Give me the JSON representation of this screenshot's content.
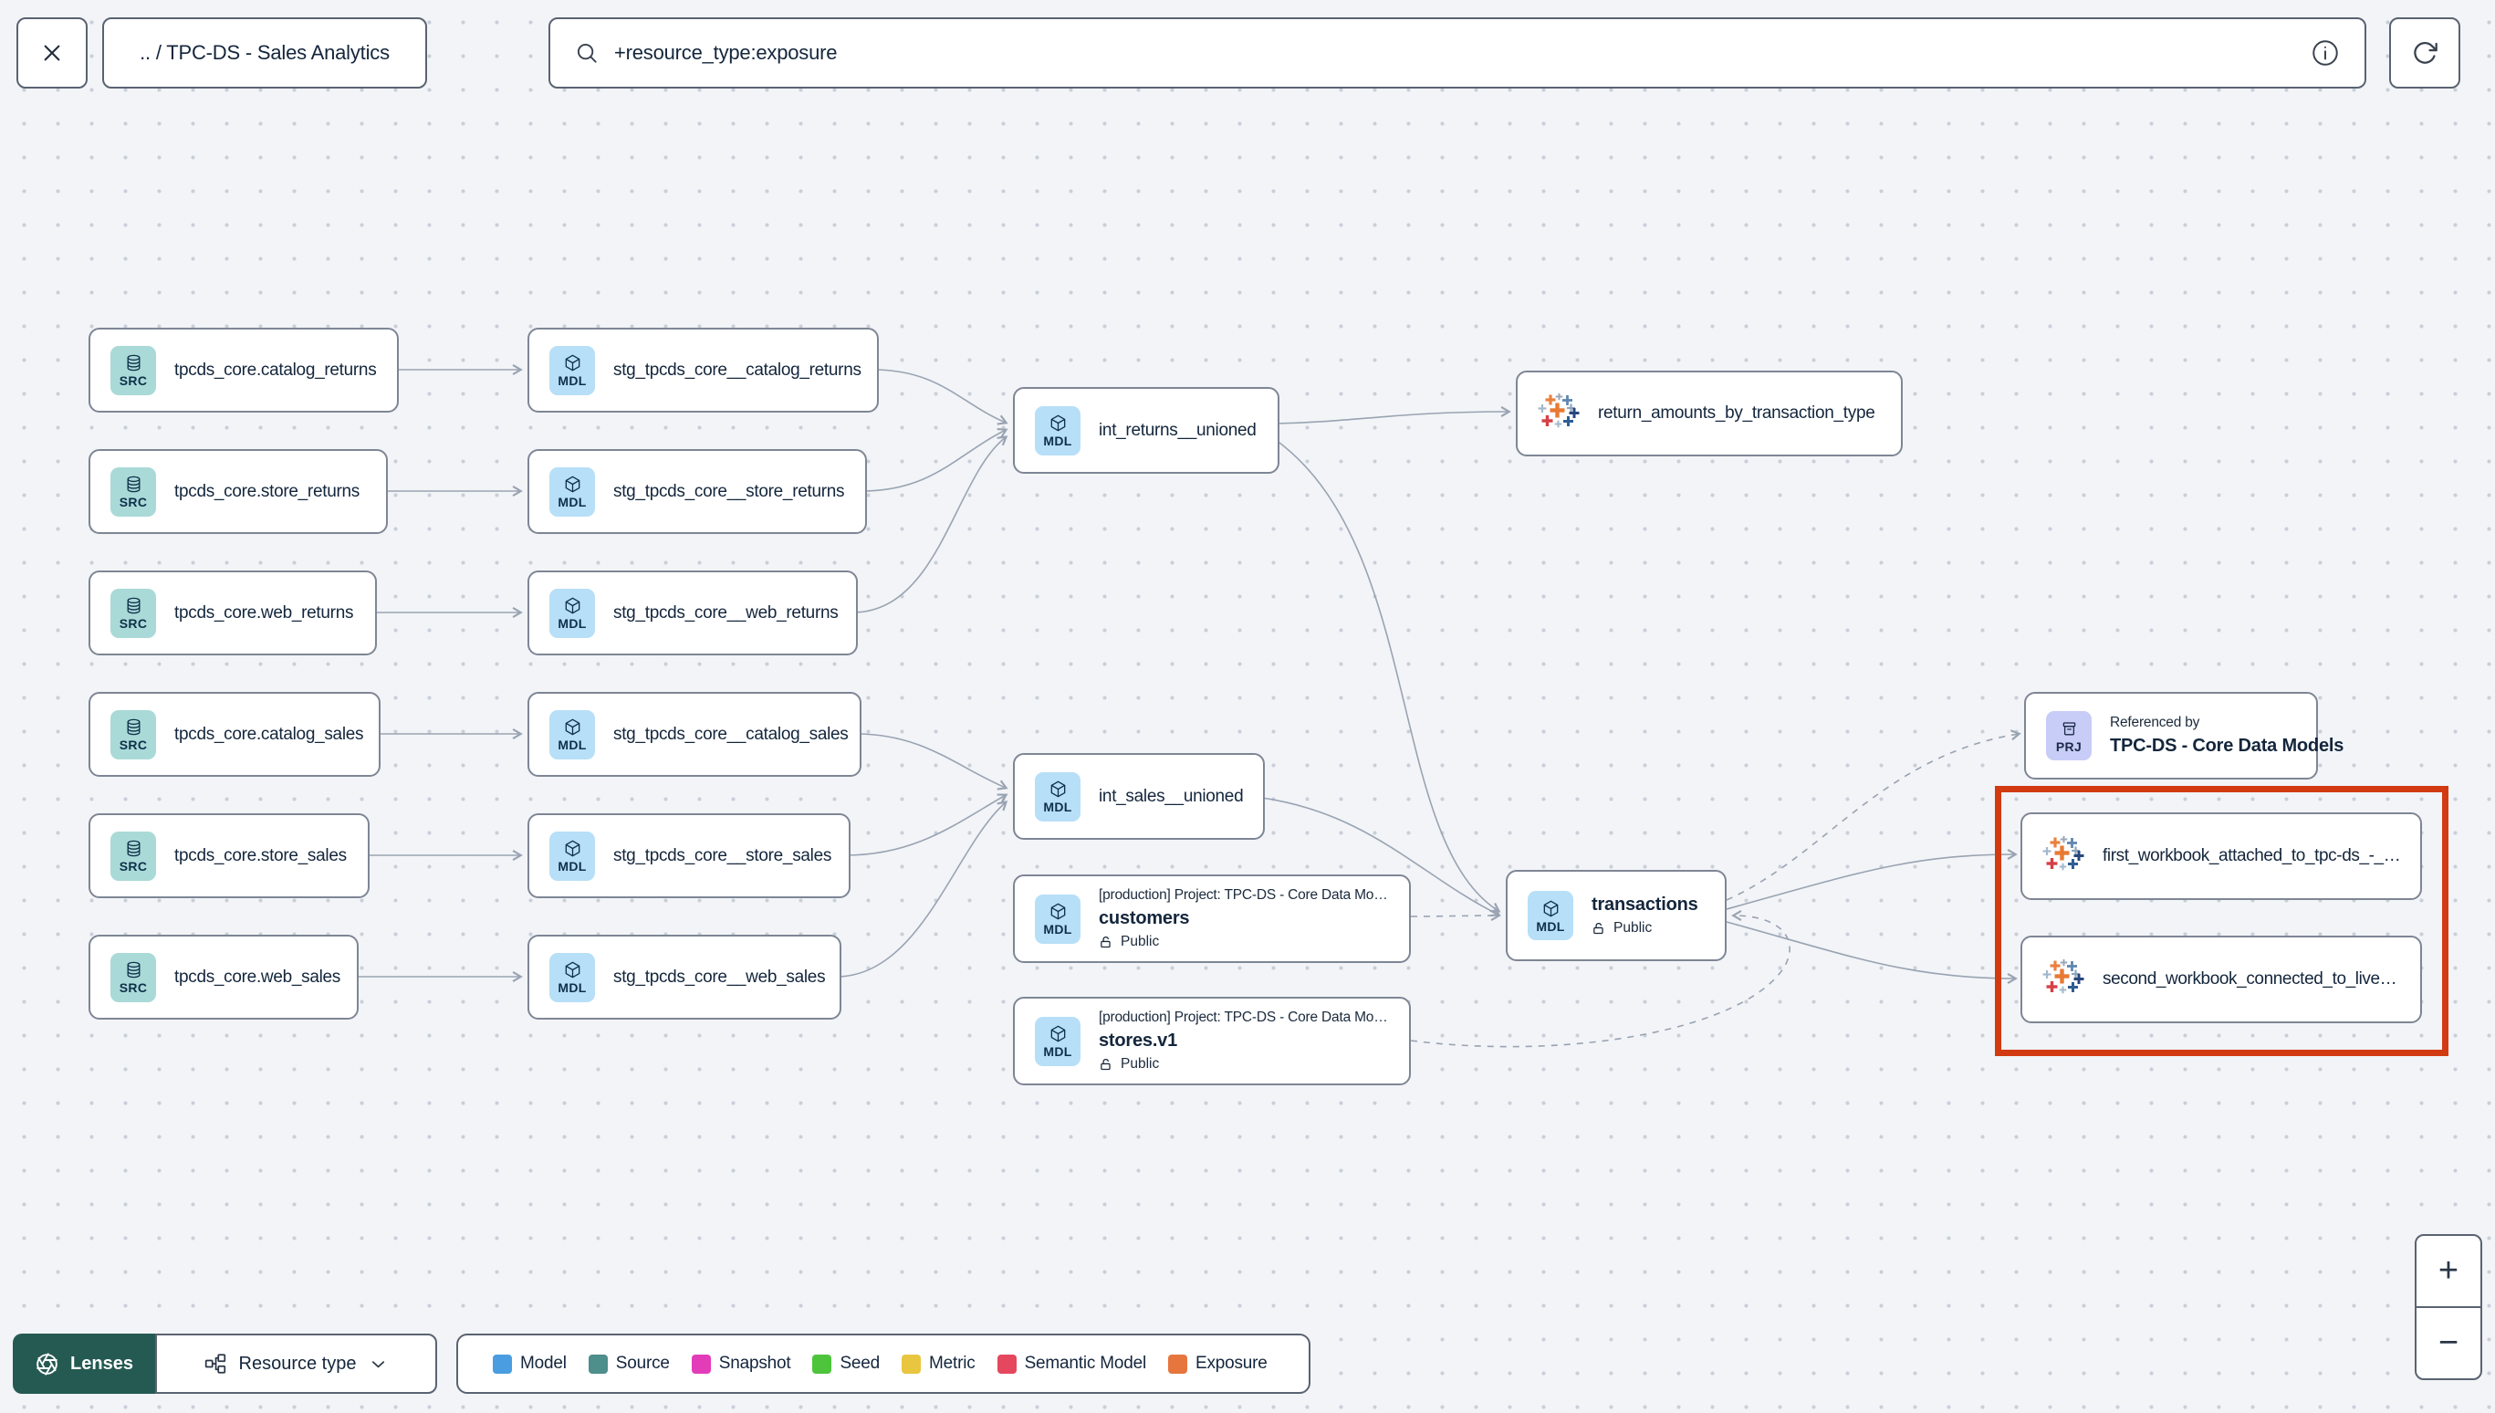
{
  "topbar": {
    "breadcrumb": ".. / TPC-DS - Sales Analytics",
    "search_value": "+resource_type:exposure"
  },
  "badges": {
    "source": "SRC",
    "model": "MDL",
    "project": "PRJ"
  },
  "nodes": {
    "src_catalog_returns": {
      "label": "tpcds_core.catalog_returns"
    },
    "src_store_returns": {
      "label": "tpcds_core.store_returns"
    },
    "src_web_returns": {
      "label": "tpcds_core.web_returns"
    },
    "src_catalog_sales": {
      "label": "tpcds_core.catalog_sales"
    },
    "src_store_sales": {
      "label": "tpcds_core.store_sales"
    },
    "src_web_sales": {
      "label": "tpcds_core.web_sales"
    },
    "stg_catalog_returns": {
      "label": "stg_tpcds_core__catalog_returns"
    },
    "stg_store_returns": {
      "label": "stg_tpcds_core__store_returns"
    },
    "stg_web_returns": {
      "label": "stg_tpcds_core__web_returns"
    },
    "stg_catalog_sales": {
      "label": "stg_tpcds_core__catalog_sales"
    },
    "stg_store_sales": {
      "label": "stg_tpcds_core__store_sales"
    },
    "stg_web_sales": {
      "label": "stg_tpcds_core__web_sales"
    },
    "int_returns_unioned": {
      "label": "int_returns__unioned"
    },
    "int_sales_unioned": {
      "label": "int_sales__unioned"
    },
    "exposure_return_amounts": {
      "label": "return_amounts_by_transaction_type"
    },
    "customers": {
      "project": "[production] Project: TPC-DS - Core Data Mo…",
      "label": "customers",
      "access": "Public"
    },
    "stores": {
      "project": "[production] Project: TPC-DS - Core Data Mo…",
      "label": "stores.v1",
      "access": "Public"
    },
    "transactions": {
      "label": "transactions",
      "access": "Public"
    },
    "referenced_by": {
      "title": "Referenced by",
      "label": "TPC-DS - Core Data Models"
    },
    "workbook_first": {
      "label": "first_workbook_attached_to_tpc-ds_-_…"
    },
    "workbook_second": {
      "label": "second_workbook_connected_to_live…"
    }
  },
  "footer": {
    "lenses_label": "Lenses",
    "resource_type_label": "Resource type",
    "legend": [
      {
        "label": "Model",
        "color": "#4A9DE0"
      },
      {
        "label": "Source",
        "color": "#4E8E8B"
      },
      {
        "label": "Snapshot",
        "color": "#E23CB9"
      },
      {
        "label": "Seed",
        "color": "#4EC43D"
      },
      {
        "label": "Metric",
        "color": "#E9C63F"
      },
      {
        "label": "Semantic Model",
        "color": "#E4475E"
      },
      {
        "label": "Exposure",
        "color": "#E6763E"
      }
    ]
  },
  "zoom_controls": {
    "zoom_in": "+",
    "zoom_out": "−"
  },
  "colors": {
    "source_tile": "#A9DAD8",
    "model_tile": "#B7DFF8",
    "project_tile": "#C7CDF7",
    "lenses_bg": "#255A52",
    "highlight": "#D23A12"
  }
}
